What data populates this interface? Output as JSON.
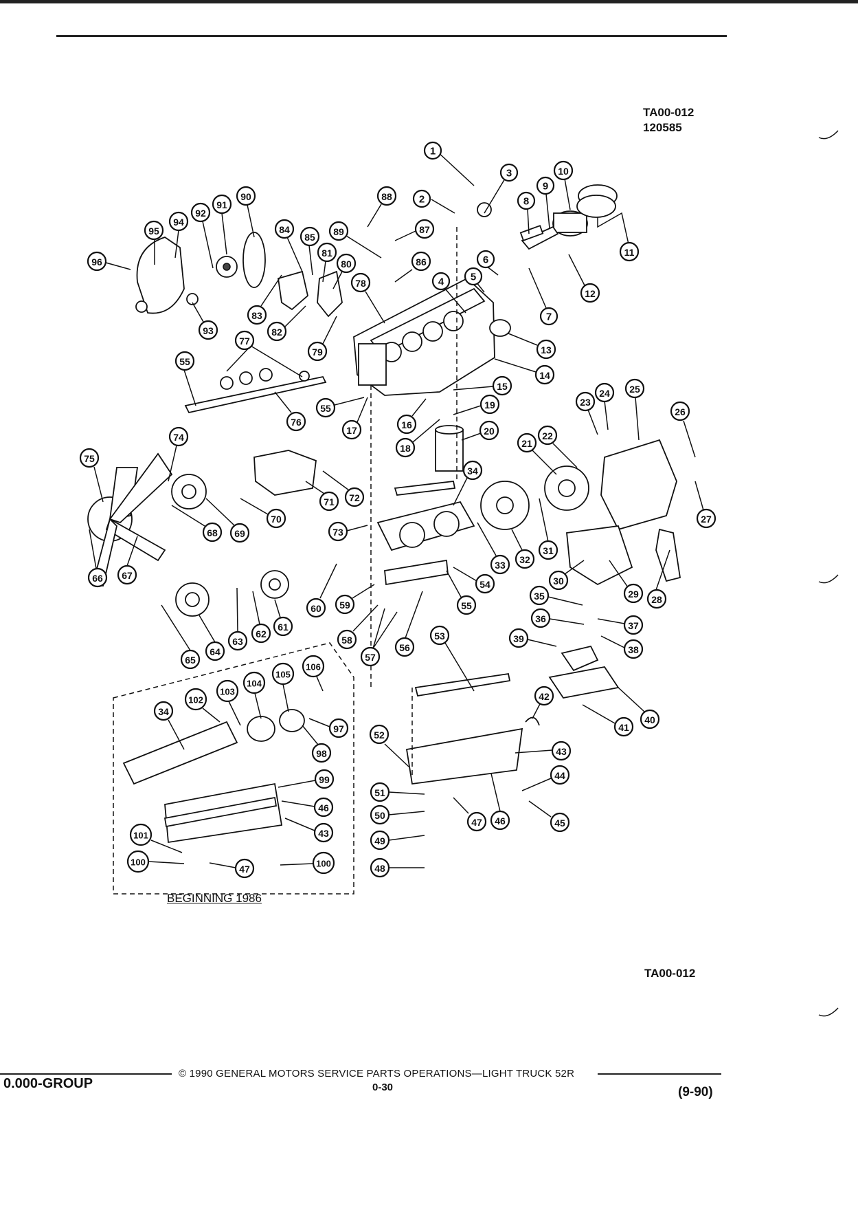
{
  "figure": {
    "id": "TA00-012",
    "code": "120585",
    "bottom_id": "TA00-012"
  },
  "inset": {
    "title": "BEGINNING 1986"
  },
  "footer": {
    "group": "0.000-GROUP",
    "copyright": "© 1990 GENERAL MOTORS SERVICE PARTS OPERATIONS—LIGHT TRUCK 52R",
    "page": "0-30",
    "date": "(9-90)"
  },
  "callouts": [
    "1",
    "2",
    "3",
    "4",
    "5",
    "6",
    "7",
    "8",
    "9",
    "10",
    "11",
    "12",
    "13",
    "14",
    "15",
    "16",
    "17",
    "18",
    "19",
    "20",
    "21",
    "22",
    "23",
    "24",
    "25",
    "26",
    "27",
    "28",
    "29",
    "30",
    "31",
    "32",
    "33",
    "34",
    "34",
    "35",
    "36",
    "37",
    "38",
    "39",
    "40",
    "41",
    "42",
    "43",
    "43",
    "44",
    "45",
    "46",
    "46",
    "47",
    "47",
    "48",
    "49",
    "50",
    "51",
    "52",
    "53",
    "54",
    "55",
    "55",
    "55",
    "56",
    "57",
    "58",
    "59",
    "60",
    "61",
    "62",
    "63",
    "64",
    "65",
    "66",
    "67",
    "68",
    "69",
    "70",
    "71",
    "72",
    "73",
    "74",
    "75",
    "76",
    "77",
    "78",
    "79",
    "80",
    "81",
    "82",
    "83",
    "84",
    "85",
    "86",
    "87",
    "88",
    "89",
    "90",
    "91",
    "92",
    "93",
    "94",
    "95",
    "96",
    "97",
    "98",
    "99",
    "100",
    "100",
    "101",
    "102",
    "103",
    "104",
    "105",
    "106"
  ]
}
